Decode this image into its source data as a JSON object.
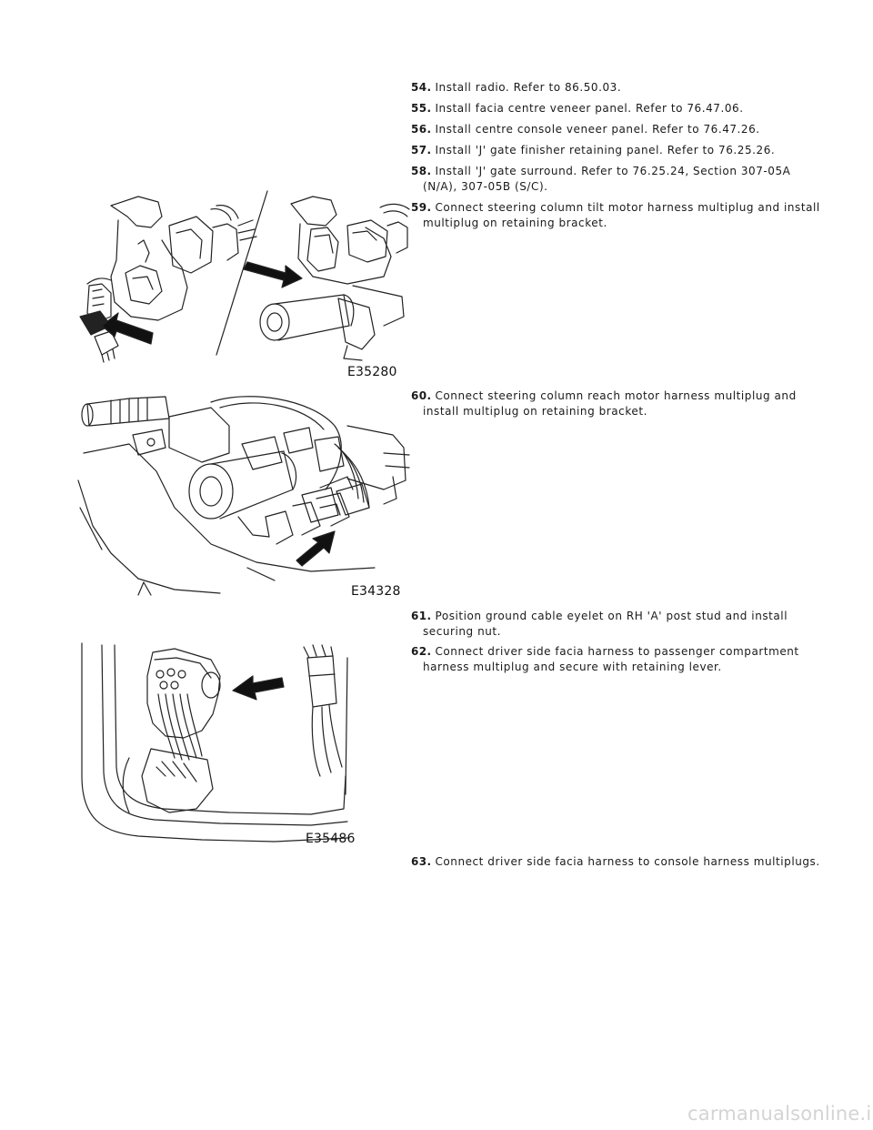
{
  "steps": [
    {
      "num": "54.",
      "text": "Install radio. Refer to 86.50.03."
    },
    {
      "num": "55.",
      "text": "Install facia centre veneer panel. Refer to 76.47.06."
    },
    {
      "num": "56.",
      "text": "Install centre console veneer panel. Refer to 76.47.26."
    },
    {
      "num": "57.",
      "text": "Install 'J' gate finisher retaining panel. Refer to 76.25.26."
    },
    {
      "num": "58.",
      "text": "Install 'J' gate surround. Refer to 76.25.24, Section 307-05A (N/A), 307-05B (S/C)."
    },
    {
      "num": "59.",
      "text": "Connect steering column tilt motor harness multiplug and install multiplug on retaining bracket."
    },
    {
      "num": "60.",
      "text": "Connect steering column reach motor harness multiplug and install multiplug on retaining bracket."
    },
    {
      "num": "61.",
      "text": "Position ground cable eyelet on RH 'A' post stud and install securing nut."
    },
    {
      "num": "62.",
      "text": "Connect driver side facia harness to passenger compartment harness multiplug and secure with retaining lever."
    },
    {
      "num": "63.",
      "text": "Connect driver side facia harness to console harness multiplugs."
    }
  ],
  "figures": [
    {
      "code": "E35280"
    },
    {
      "code": "E34328"
    },
    {
      "code": "E35486"
    }
  ],
  "watermark": "carmanualsonline.info"
}
